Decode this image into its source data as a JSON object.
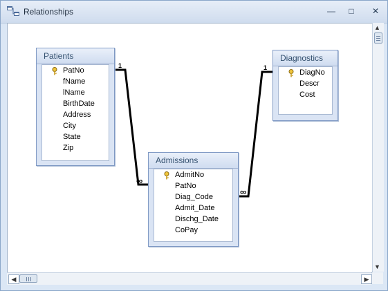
{
  "window": {
    "title": "Relationships",
    "title_icon": "relationships-icon"
  },
  "controls": {
    "minimize": "—",
    "maximize": "□",
    "close": "✕"
  },
  "tables": {
    "patients": {
      "name": "Patients",
      "fields": [
        "PatNo",
        "fName",
        "lName",
        "BirthDate",
        "Address",
        "City",
        "State",
        "Zip"
      ],
      "primary_key": "PatNo"
    },
    "diagnostics": {
      "name": "Diagnostics",
      "fields": [
        "DiagNo",
        "Descr",
        "Cost"
      ],
      "primary_key": "DiagNo"
    },
    "admissions": {
      "name": "Admissions",
      "fields": [
        "AdmitNo",
        "PatNo",
        "Diag_Code",
        "Admit_Date",
        "Dischg_Date",
        "CoPay"
      ],
      "primary_key": "AdmitNo"
    }
  },
  "relationships": [
    {
      "from_table": "Patients",
      "from_field": "PatNo",
      "to_table": "Admissions",
      "to_field": "PatNo",
      "one_label": "1",
      "many_label": "∞"
    },
    {
      "from_table": "Diagnostics",
      "from_field": "DiagNo",
      "to_table": "Admissions",
      "to_field": "Diag_Code",
      "one_label": "1",
      "many_label": "∞"
    }
  ],
  "scrollbars": {
    "up": "▲",
    "down": "▼",
    "left": "◀",
    "right": "▶"
  },
  "colors": {
    "title_bg": "#dbe7f5",
    "table_border": "#7f99c4",
    "table_header": "#dae4f4"
  }
}
